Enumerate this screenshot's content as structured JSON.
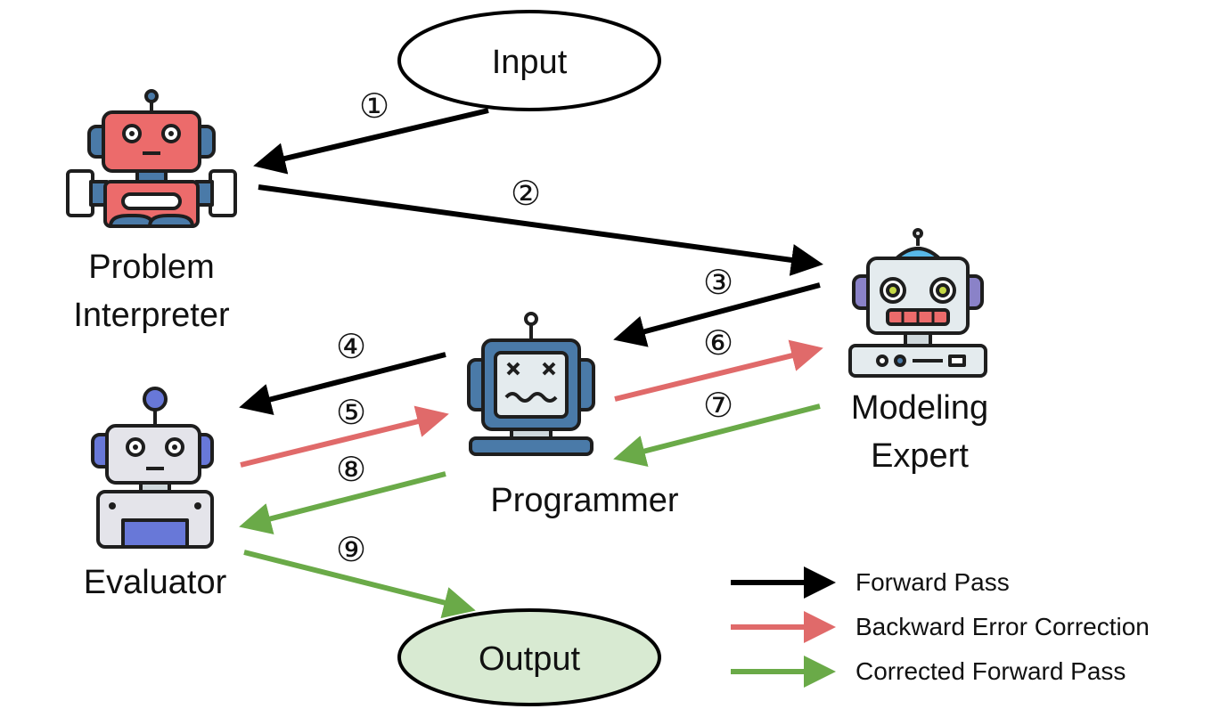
{
  "nodes": {
    "input": {
      "label": "Input"
    },
    "output": {
      "label": "Output"
    },
    "problem_interpreter": {
      "label_line1": "Problem",
      "label_line2": "Interpreter"
    },
    "modeling_expert": {
      "label_line1": "Modeling",
      "label_line2": "Expert"
    },
    "programmer": {
      "label": "Programmer"
    },
    "evaluator": {
      "label": "Evaluator"
    }
  },
  "steps": [
    "①",
    "②",
    "③",
    "④",
    "⑤",
    "⑥",
    "⑦",
    "⑧",
    "⑨"
  ],
  "legend": [
    {
      "label": "Forward Pass",
      "color": "#000000"
    },
    {
      "label": "Backward Error Correction",
      "color": "#e06a6a"
    },
    {
      "label": "Corrected Forward Pass",
      "color": "#6aaa48"
    }
  ],
  "colors": {
    "forward": "#000000",
    "backward": "#e06a6a",
    "corrected": "#6aaa48",
    "output_fill": "#d8ead2"
  },
  "icons": {
    "problem_interpreter": "red-robot-icon",
    "modeling_expert": "grey-robot-icon",
    "programmer": "blue-robot-monitor-icon",
    "evaluator": "white-robot-icon"
  }
}
